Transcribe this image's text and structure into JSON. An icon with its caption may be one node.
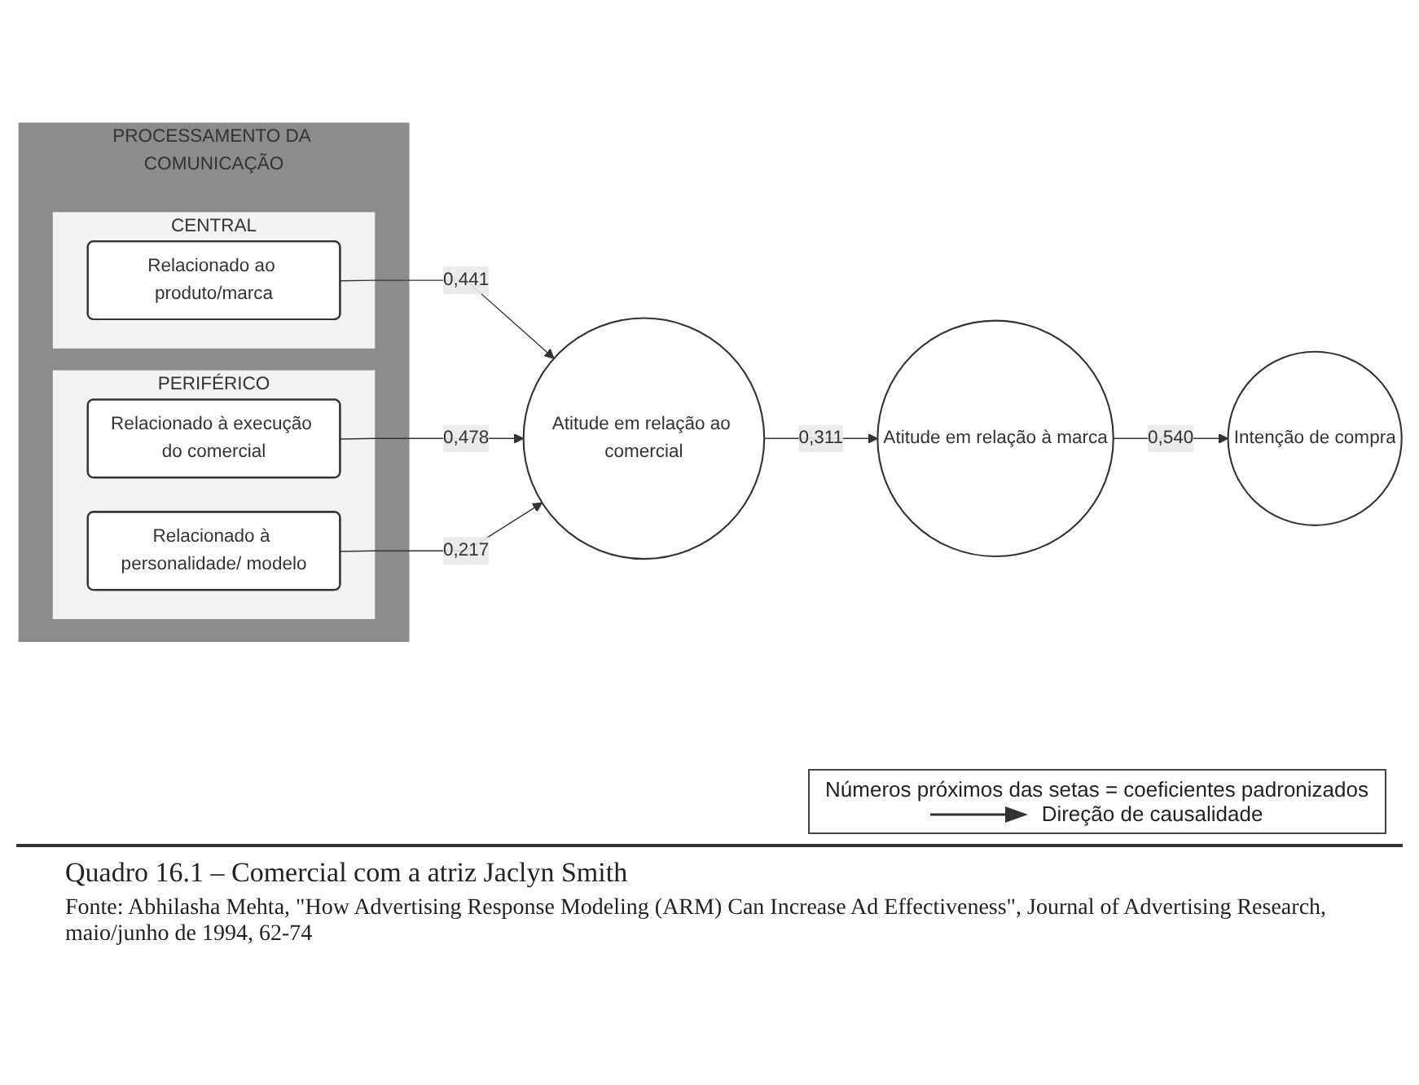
{
  "diagram": {
    "caption": "Quadro 16.1 – Comercial com a atriz Jaclyn Smith",
    "nodes": [
      {
        "text": [
          "PROCESSAMENTO DA COMUNICAÇÃO"
        ]
      },
      {
        "text": [
          "CENTRAL"
        ],
        "in": 0
      },
      {
        "text": [
          "Relacionado ao produto/marca"
        ],
        "in": 1
      },
      {
        "text": [
          "PERIFÉRICO"
        ],
        "in": 0
      },
      {
        "text": [
          "Relacionado à execução do comercial"
        ],
        "in": 3
      },
      {
        "text": [
          "Relacionado à personalidade/ modelo"
        ],
        "in": 3
      },
      {
        "text": [
          "Atitude em relação à marca"
        ]
      },
      {
        "text": [
          "Intenção de compra"
        ]
      },
      {
        "text": [
          "Atitude em relação ao comercial"
        ]
      }
    ],
    "edges": [
      {
        "from": 2,
        "to": 8,
        "arrow": "to",
        "label": "0,441"
      },
      {
        "from": 4,
        "to": 8,
        "arrow": "to",
        "label": "0,478"
      },
      {
        "from": 5,
        "to": 8,
        "arrow": "to",
        "label": "0,217"
      },
      {
        "from": 8,
        "to": 6,
        "arrow": "to",
        "label": "0,311"
      },
      {
        "from": 6,
        "to": 7,
        "arrow": "to",
        "label": "0,540"
      }
    ],
    "labels": [
      "Números próximos das setas = coeficientes padronizados",
      "Fonte: Abhilasha Mehta, \"How Advertising Response Modeling (ARM) Can Increase Ad Effectiveness\", Journal of Advertising Research, maio/junho de 1994, 62-74"
    ],
    "legend": [
      {
        "text": "Direção de causalidade"
      }
    ]
  }
}
